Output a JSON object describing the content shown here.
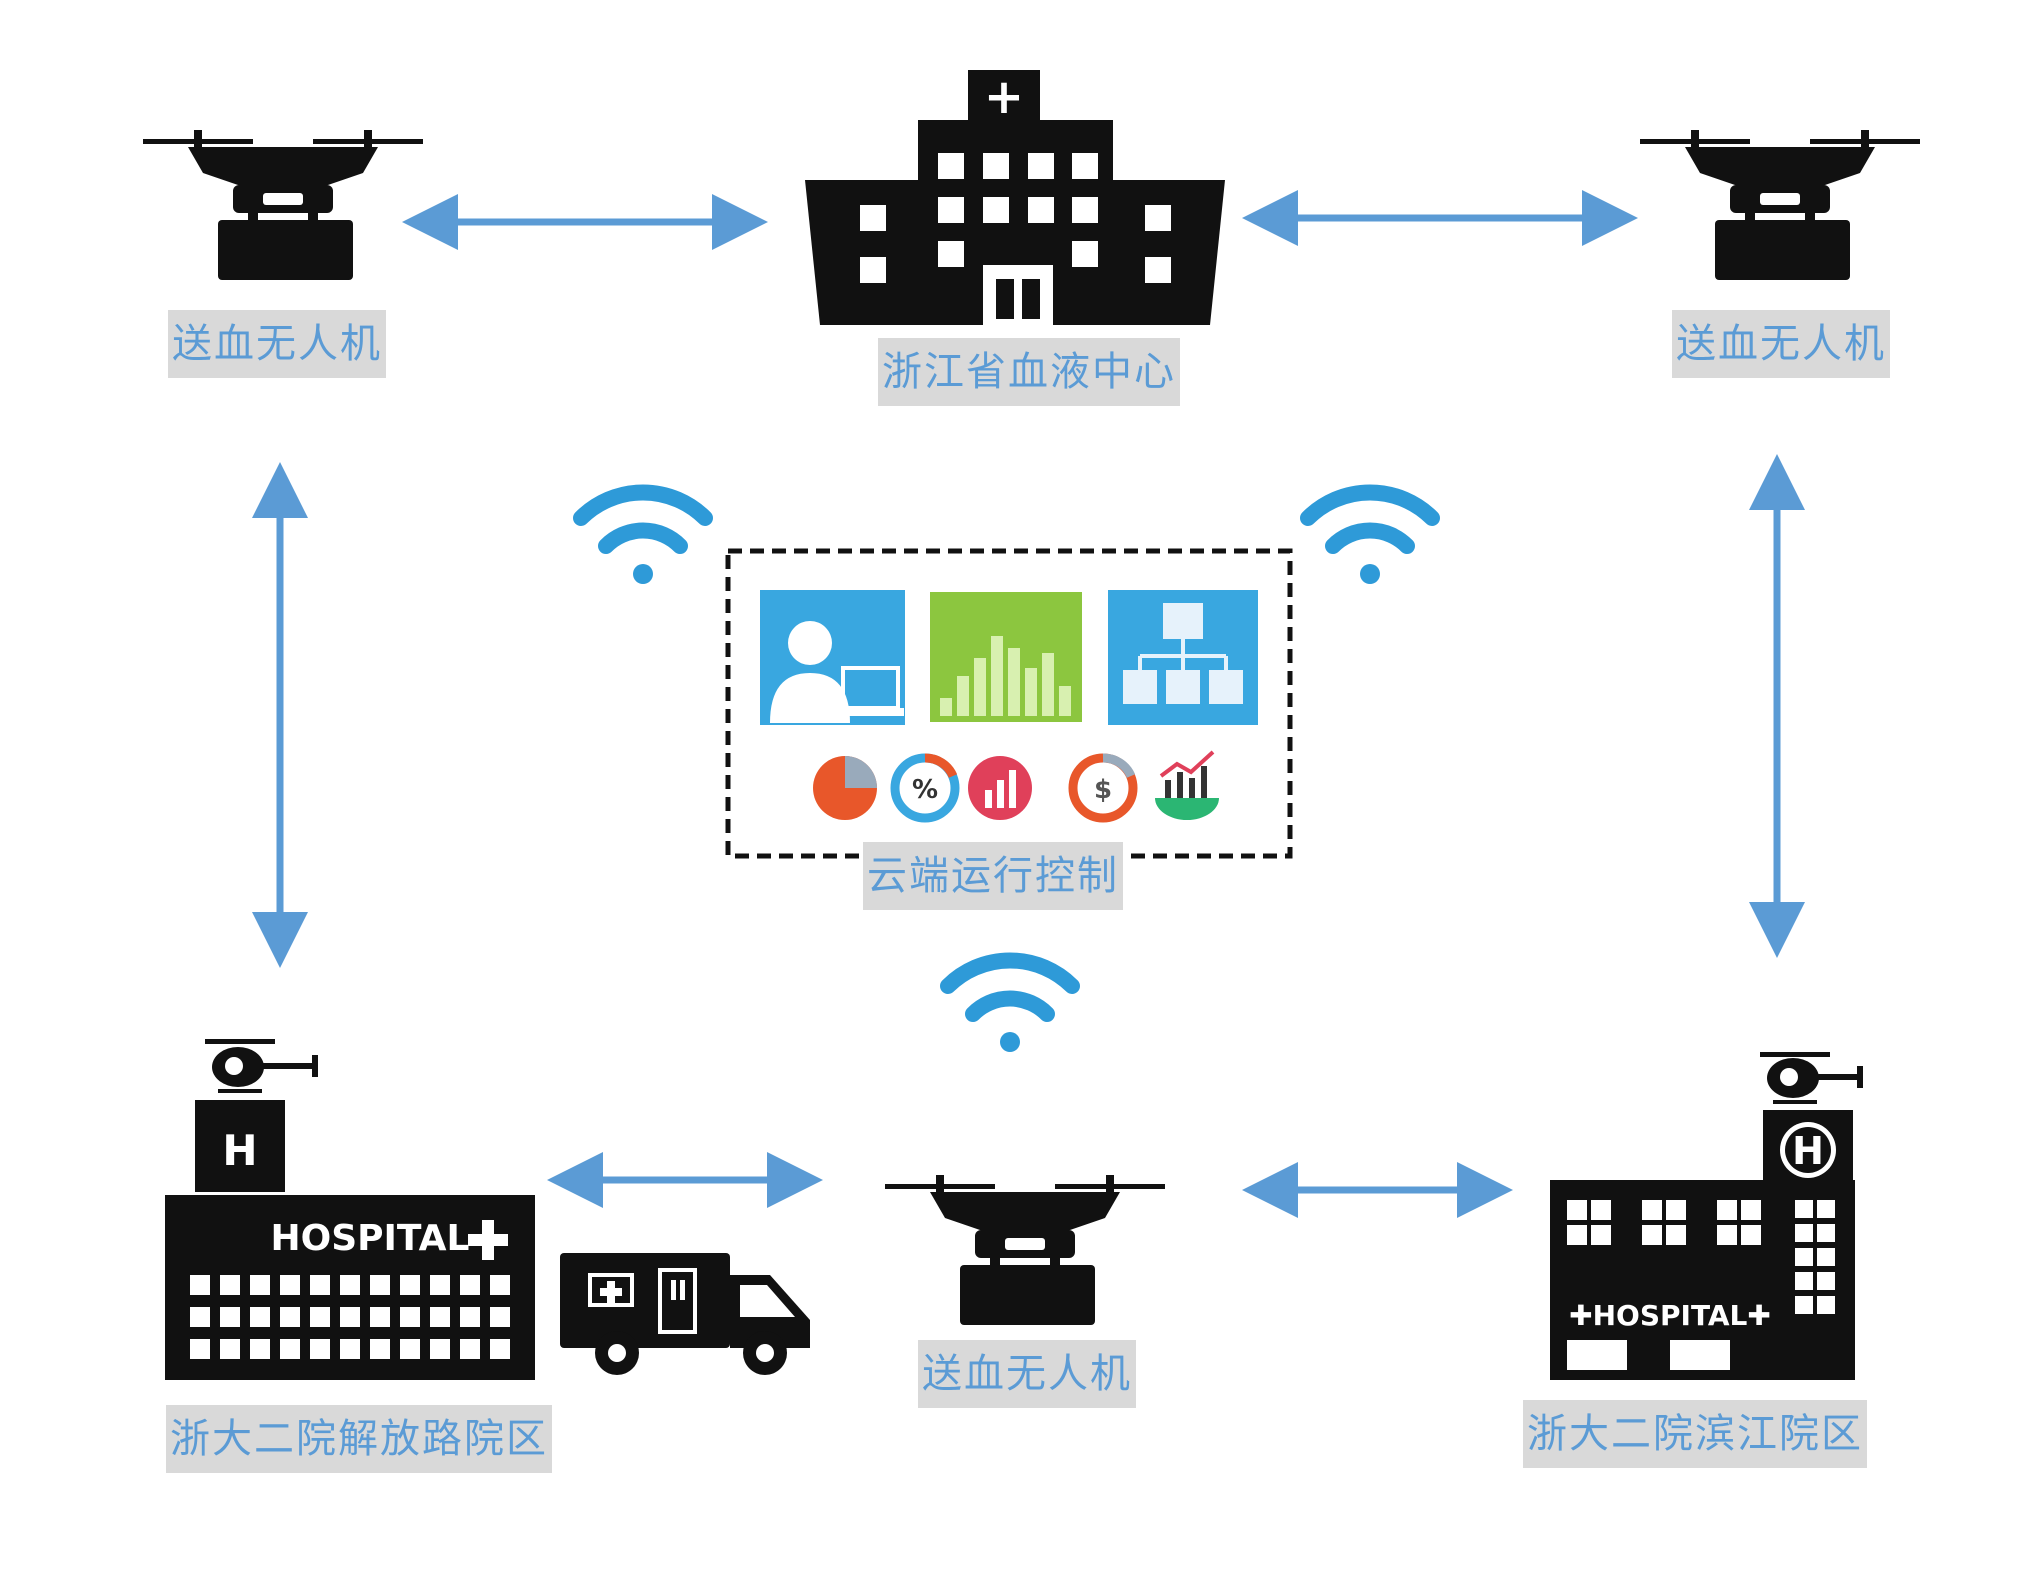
{
  "nodes": {
    "blood_center": {
      "label": "浙江省血液中心",
      "cross_symbol": "+"
    },
    "drone_top_left": {
      "label": "送血无人机"
    },
    "drone_top_right": {
      "label": "送血无人机"
    },
    "drone_bottom": {
      "label": "送血无人机"
    },
    "cloud_control": {
      "label": "云端运行控制",
      "coin_symbol": "$",
      "percent_symbol": "%"
    },
    "hospital_left": {
      "label": "浙大二院解放路院区",
      "sign": "HOSPITAL",
      "helipad": "H"
    },
    "hospital_right": {
      "label": "浙大二院滨江院区",
      "sign": "✚HOSPITAL✚",
      "helipad": "H"
    }
  },
  "colors": {
    "arrow": "#5b9bd5",
    "label_bg": "#d9d9d9",
    "label_text": "#5b9bd5",
    "silhouette": "#111111",
    "wifi": "#2e9ad8",
    "tile_blue": "#39a7e0",
    "tile_green": "#8cc63f"
  }
}
